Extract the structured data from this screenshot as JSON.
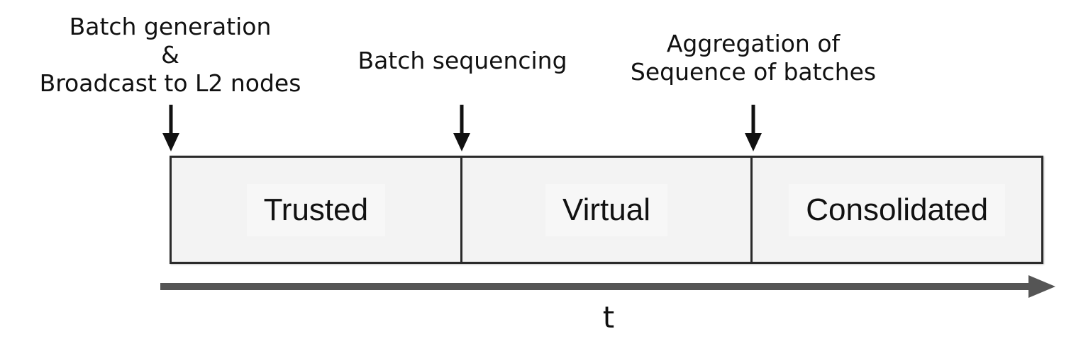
{
  "annotations": {
    "generation": [
      "Batch generation",
      "&",
      "Broadcast to L2 nodes"
    ],
    "sequencing": [
      "Batch sequencing"
    ],
    "aggregation": [
      "Aggregation of",
      "Sequence of batches"
    ]
  },
  "stages": [
    {
      "label": "Trusted"
    },
    {
      "label": "Virtual"
    },
    {
      "label": "Consolidated"
    }
  ],
  "axis": {
    "label": "t",
    "color": "#555555"
  },
  "colors": {
    "box_fill": "#f3f3f3",
    "box_border": "#2a2a2a",
    "arrow": "#111111"
  }
}
